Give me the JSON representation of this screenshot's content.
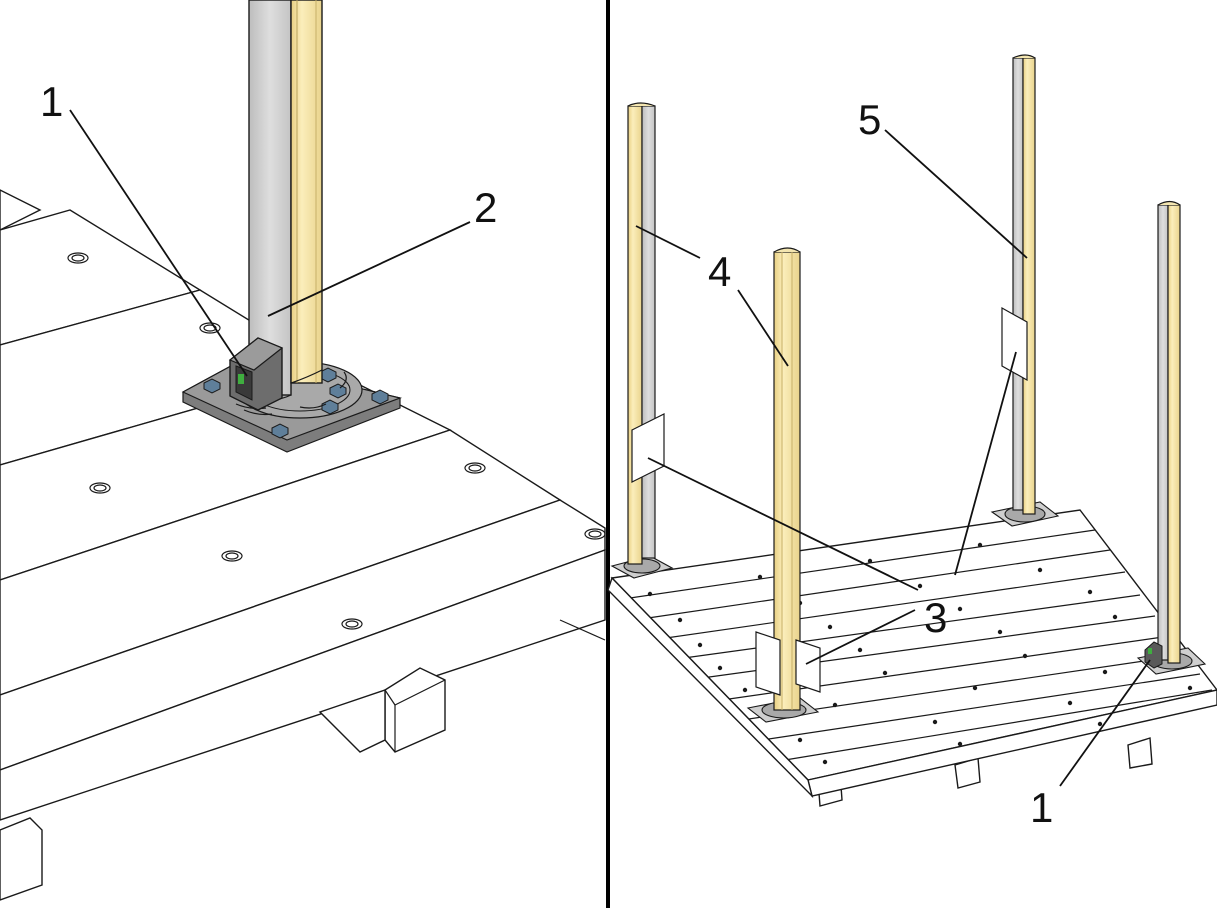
{
  "figure": {
    "left_panel": {
      "callouts": [
        {
          "id": "left-callout-1",
          "text": "1"
        },
        {
          "id": "left-callout-2",
          "text": "2"
        }
      ]
    },
    "right_panel": {
      "callouts": [
        {
          "id": "right-callout-5",
          "text": "5"
        },
        {
          "id": "right-callout-4",
          "text": "4"
        },
        {
          "id": "right-callout-3",
          "text": "3"
        },
        {
          "id": "right-callout-1",
          "text": "1"
        }
      ]
    },
    "colors": {
      "column_yellow": "#f7e6a6",
      "column_yellow_edge": "#d9c27a",
      "column_grey": "#cfcfcf",
      "base_plate": "#8c8c8c",
      "sensor_green": "#3fae3f",
      "divider": "#000000"
    }
  }
}
